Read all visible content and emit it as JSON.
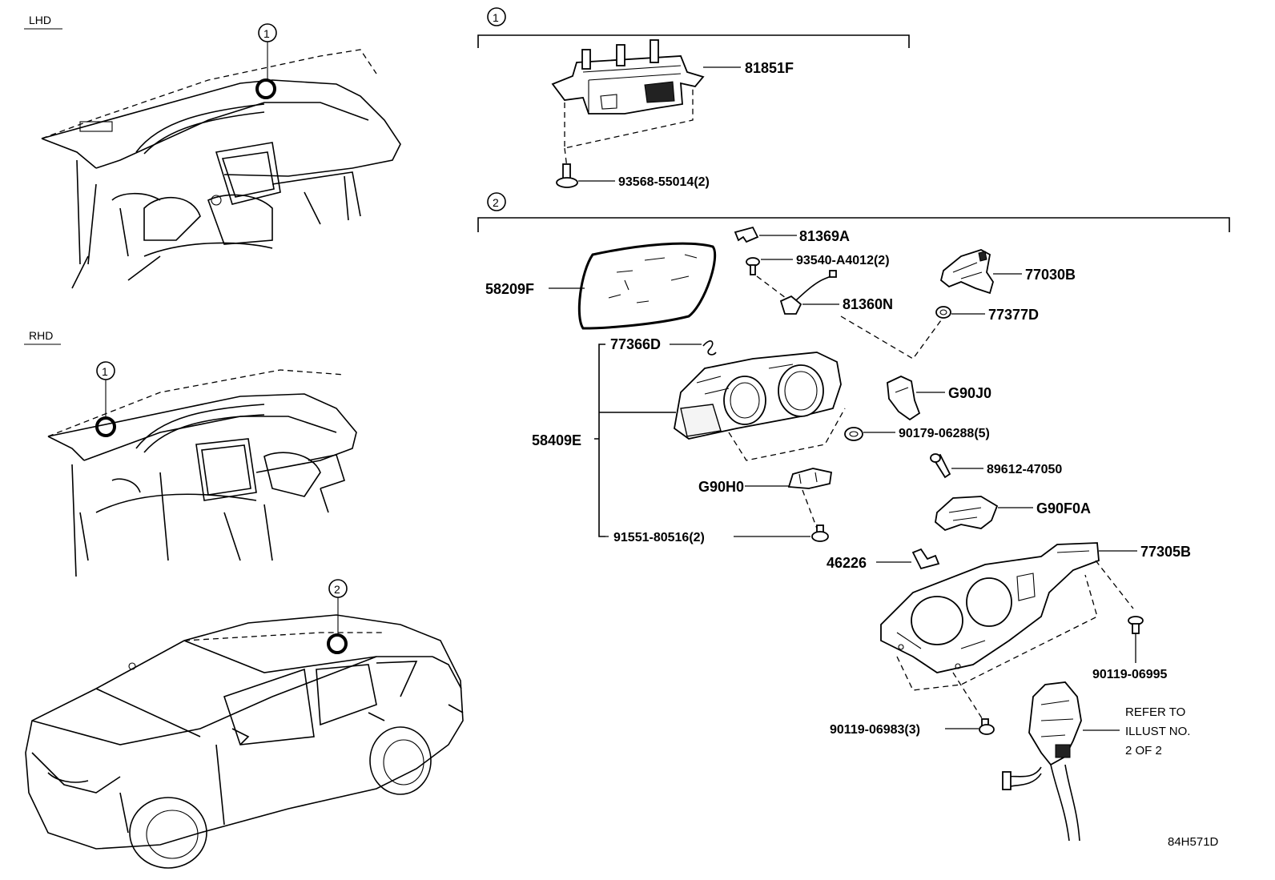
{
  "views": {
    "lhd_label": "LHD",
    "rhd_label": "RHD"
  },
  "callouts": {
    "one": "1",
    "two": "2"
  },
  "group1": {
    "marker": "1",
    "parts": {
      "p81851F": "81851F",
      "p93568": "93568-55014(2)"
    }
  },
  "group2": {
    "marker": "2",
    "parts": {
      "p81369A": "81369A",
      "p93540": "93540-A4012(2)",
      "p77030B": "77030B",
      "p58209F": "58209F",
      "p81360N": "81360N",
      "p77377D": "77377D",
      "p77366D": "77366D",
      "pG90J0": "G90J0",
      "p58409E": "58409E",
      "p90179": "90179-06288(5)",
      "p89612": "89612-47050",
      "pG90H0": "G90H0",
      "pG90F0A": "G90F0A",
      "p91551": "91551-80516(2)",
      "p46226": "46226",
      "p77305B": "77305B",
      "p90119a": "90119-06995",
      "p90119b": "90119-06983(3)"
    },
    "refer_note": [
      "REFER TO",
      "ILLUST NO.",
      "2 OF 2"
    ]
  },
  "illustration_id": "84H571D"
}
